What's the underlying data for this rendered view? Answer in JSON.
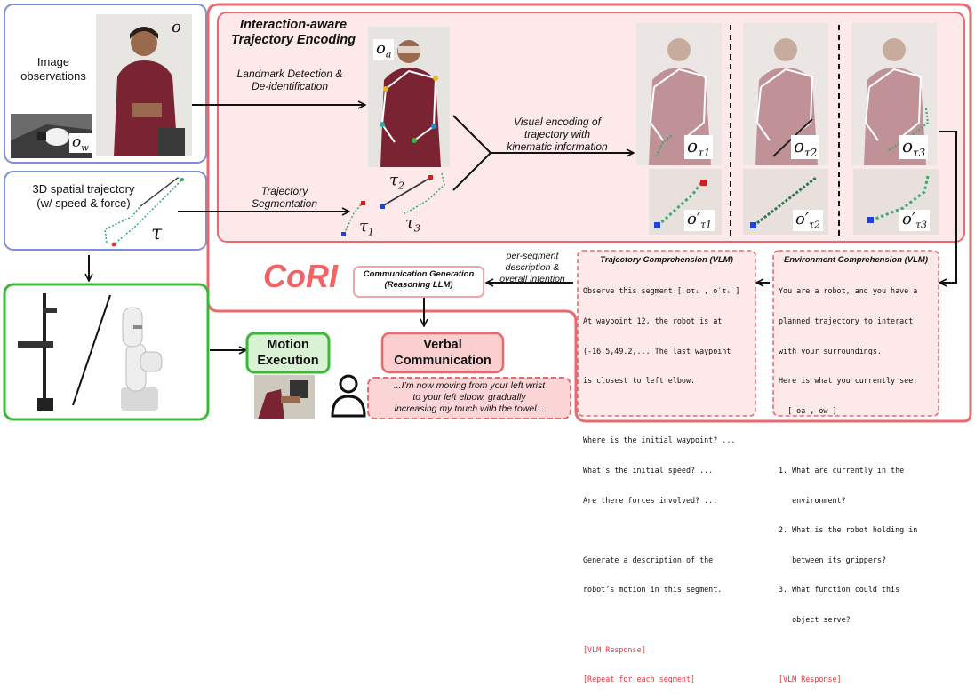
{
  "colors": {
    "blue_border": "#7f8fd6",
    "red_border": "#e86a6e",
    "red_fill": "#fde9e9",
    "green_border": "#3cb73c",
    "green_fill": "#d8f2d3",
    "brand_red": "#ee6467",
    "vlm_red": "#e0393f"
  },
  "observations": {
    "title": "Image observations",
    "o": "o",
    "o_w": "o",
    "o_w_sub": "w"
  },
  "trajectory_input": {
    "title_line1": "3D spatial trajectory",
    "title_line2": "(w/ speed & force)",
    "tau": "τ"
  },
  "encoding": {
    "title_line1": "Interaction-aware",
    "title_line2": "Trajectory Encoding",
    "o_a": "o",
    "o_a_sub": "a",
    "landmark_line1": "Landmark Detection &",
    "landmark_line2": "De-identification",
    "seg_line1": "Trajectory",
    "seg_line2": "Segmentation",
    "visual_line1": "Visual encoding of",
    "visual_line2": "trajectory with",
    "visual_line3": "kinematic information",
    "tau1": "τ",
    "tau1_sub": "1",
    "tau2": "τ",
    "tau2_sub": "2",
    "tau3": "τ",
    "tau3_sub": "3"
  },
  "segments": [
    {
      "main": "o",
      "sub": "τ1",
      "prime": "o′",
      "psub": "τ1"
    },
    {
      "main": "o",
      "sub": "τ2",
      "prime": "o′",
      "psub": "τ2"
    },
    {
      "main": "o",
      "sub": "τ3",
      "prime": "o′",
      "psub": "τ3"
    }
  ],
  "brand": "CoRI",
  "comm_gen": {
    "line1": "Communication Generation",
    "line2": "(Reasoning LLM)"
  },
  "per_segment": {
    "line1": "per-segment",
    "line2": "description &",
    "line3": "overall intention"
  },
  "traj_comp": {
    "title": "Trajectory Comprehension (VLM)",
    "lines": [
      "Observe this segment:[ oτᵢ , o′τᵢ ]",
      "At waypoint 12, the robot is at",
      "(-16.5,49.2,... The last waypoint",
      "is closest to left elbow.",
      "",
      "Where is the initial waypoint? ...",
      "What’s the initial speed? ...",
      "Are there forces involved? ...",
      "",
      "Generate a description of the",
      "robot’s motion in this segment."
    ],
    "response": "[VLM Response]",
    "repeat": "[Repeat for each segment]"
  },
  "env_comp": {
    "title": "Environment Comprehension (VLM)",
    "lines": [
      "You are a robot, and you have a",
      "planned trajectory to interact",
      "with your surroundings.",
      "Here is what you currently see:",
      "  [ oa , ow ]",
      "",
      "1. What are currently in the",
      "   environment?",
      "2. What is the robot holding in",
      "   between its grippers?",
      "3. What function could this",
      "   object serve?"
    ],
    "response": "[VLM Response]"
  },
  "motion": {
    "line1": "Motion",
    "line2": "Execution"
  },
  "verbal": {
    "line1": "Verbal",
    "line2": "Communication"
  },
  "speech": {
    "line1": "...I’m now moving from your left wrist",
    "line2": "to your left elbow, gradually",
    "line3": "increasing my touch with the towel..."
  }
}
